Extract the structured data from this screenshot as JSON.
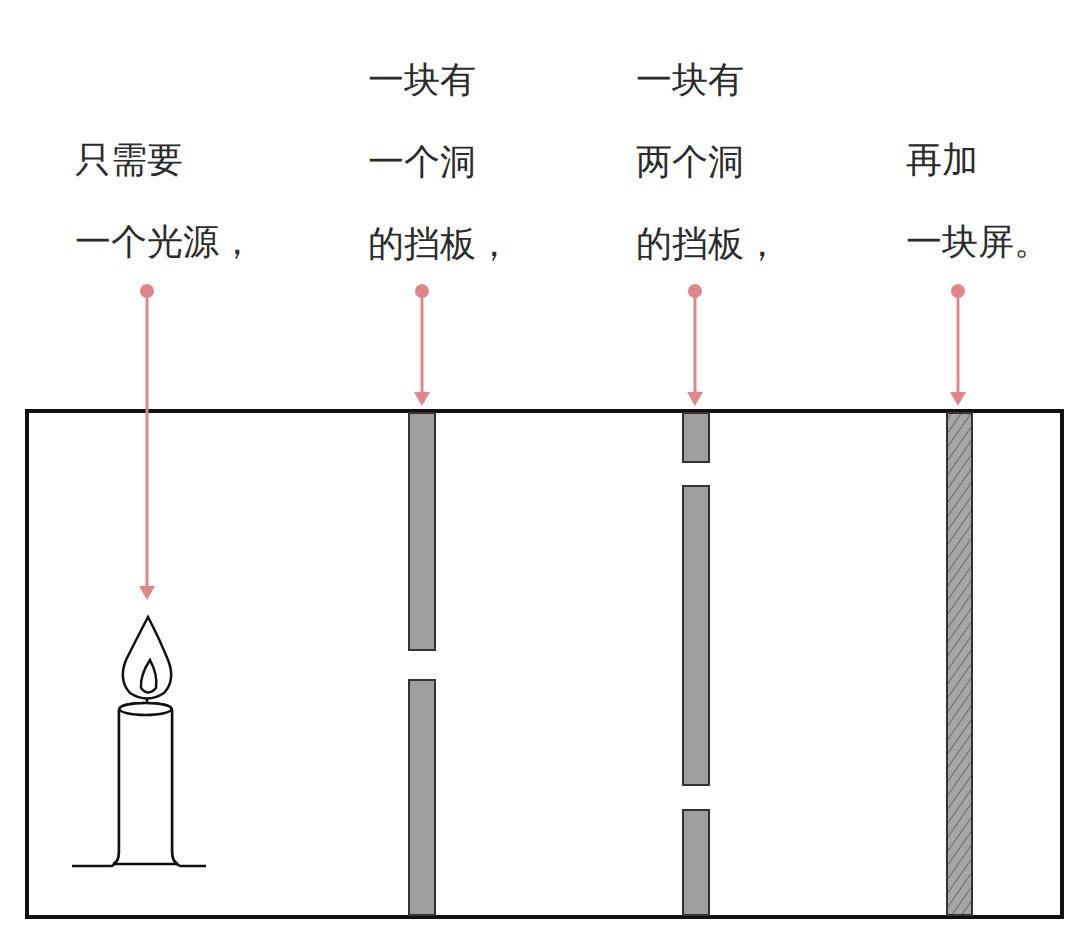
{
  "diagram": {
    "labels": [
      "只需要 一个光源，",
      "一块有 一个洞 的挡板，",
      "一块有 两个洞 的挡板，",
      "再加 一块屏。"
    ]
  }
}
